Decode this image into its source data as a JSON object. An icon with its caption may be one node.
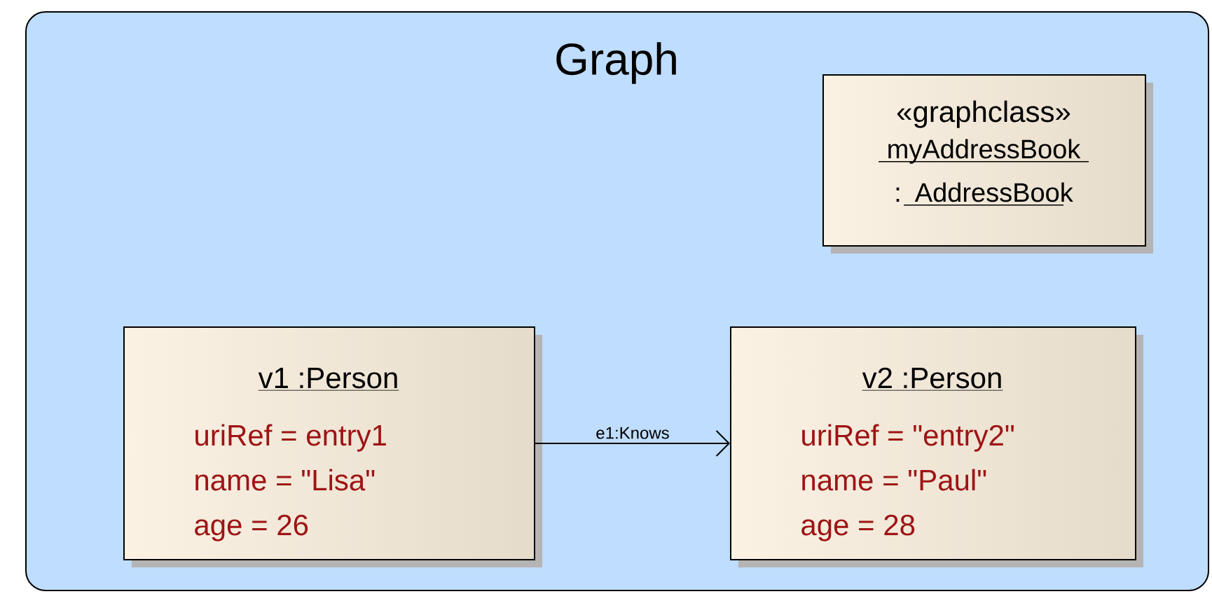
{
  "diagram": {
    "nodes": [
      {
        "text": [
          "Graph"
        ]
      },
      {
        "text": [
          "«graphclass»",
          "myAddressBook : AddressBook"
        ],
        "in": 0
      },
      {
        "text": [
          "v1 :Person",
          "uriRef = entry1",
          "name = \"Lisa\"",
          "age = 26"
        ],
        "in": 0
      },
      {
        "text": [
          "v2 :Person",
          "uriRef = \"entry2\"",
          "name = \"Paul\"",
          "age = 28"
        ],
        "in": 0
      }
    ],
    "edges": [
      {
        "from": 2,
        "to": 3,
        "arrow": "to",
        "label": "e1:Knows"
      }
    ]
  }
}
